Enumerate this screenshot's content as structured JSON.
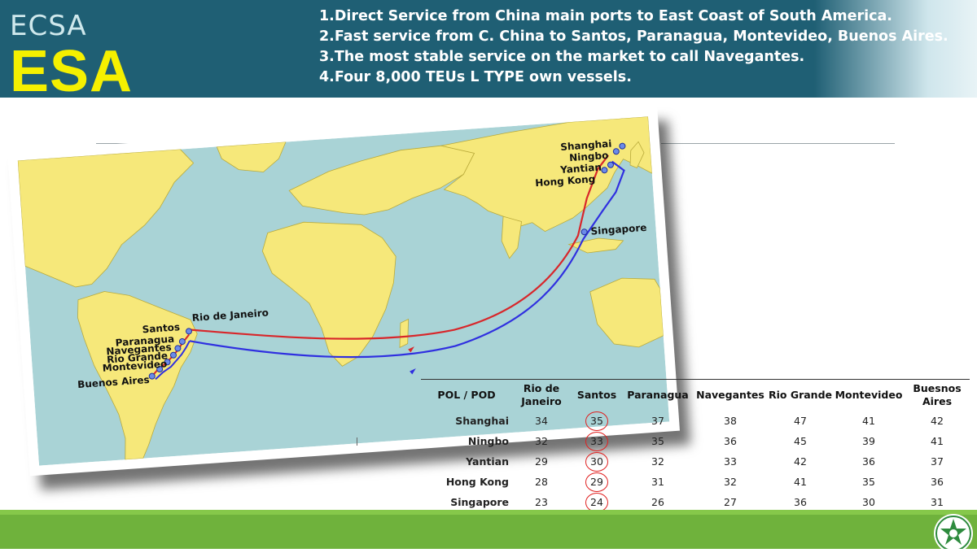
{
  "header": {
    "region": "ECSA",
    "service": "ESA",
    "points": [
      "1.Direct Service from China main ports to East Coast of South America.",
      "2.Fast service from C. China to Santos, Paranagua, Montevideo, Buenos Aires.",
      "3.The most stable service on the market to call Navegantes.",
      "4.Four 8,000 TEUs L TYPE own vessels."
    ]
  },
  "map": {
    "ports": {
      "shanghai": "Shanghai",
      "ningbo": "Ningbo",
      "yantian": "Yantian",
      "hongkong": "Hong Kong",
      "singapore": "Singapore",
      "rio": "Rio de Janeiro",
      "santos": "Santos",
      "paranagua": "Paranagua",
      "navegantes": "Navegantes",
      "riogrande": "Rio Grande",
      "montevideo": "Montevideo",
      "buenosaires": "Buenos Aires"
    },
    "colors": {
      "ocean": "#a9d3d6",
      "land": "#f6e87a",
      "route_out": "#d8262a",
      "route_back": "#2f2fe0"
    }
  },
  "table": {
    "corner": "POL  /  POD",
    "columns": [
      "Rio de Janeiro",
      "Santos",
      "Paranagua",
      "Navegantes",
      "Rio Grande",
      "Montevideo",
      "Buesnos Aires"
    ],
    "rows": [
      {
        "pol": "Shanghai",
        "values": [
          "34",
          "35",
          "37",
          "38",
          "47",
          "41",
          "42"
        ]
      },
      {
        "pol": "Ningbo",
        "values": [
          "32",
          "33",
          "35",
          "36",
          "45",
          "39",
          "41"
        ]
      },
      {
        "pol": "Yantian",
        "values": [
          "29",
          "30",
          "32",
          "33",
          "42",
          "36",
          "37"
        ]
      },
      {
        "pol": "Hong Kong",
        "values": [
          "28",
          "29",
          "31",
          "32",
          "41",
          "35",
          "36"
        ]
      },
      {
        "pol": "Singapore",
        "values": [
          "23",
          "24",
          "26",
          "27",
          "36",
          "30",
          "31"
        ]
      }
    ],
    "highlight_column": "Santos",
    "highlight_color": "#e02020"
  },
  "footer": {
    "color": "#6fb23c",
    "logo_icon": "evergreen-logo-icon"
  }
}
